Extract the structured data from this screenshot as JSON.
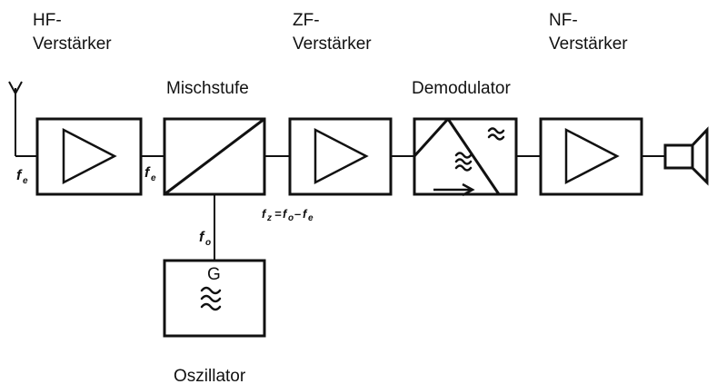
{
  "blocks": {
    "hf_amplifier": {
      "label_line1": "HF-",
      "label_line2": "Verstärker"
    },
    "mixer": {
      "label": "Mischstufe"
    },
    "if_amplifier": {
      "label_line1": "ZF-",
      "label_line2": "Verstärker"
    },
    "demodulator": {
      "label": "Demodulator"
    },
    "af_amplifier": {
      "label_line1": "NF-",
      "label_line2": "Verstärker"
    },
    "oscillator": {
      "label": "Oszillator",
      "generator_letter": "G"
    }
  },
  "signals": {
    "antenna_input": {
      "symbol": "f",
      "sub": "e"
    },
    "mixer_input": {
      "symbol": "f",
      "sub": "e"
    },
    "oscillator_output": {
      "symbol": "f",
      "sub": "o"
    },
    "intermediate_frequency": {
      "part1_symbol": "f",
      "part1_sub": "z",
      "operator_eq": "=",
      "part2_symbol": "f",
      "part2_sub": "o",
      "operator_minus": "–",
      "part3_symbol": "f",
      "part3_sub": "e"
    }
  },
  "icons": [
    "antenna-icon",
    "amplifier-triangle-icon",
    "mixer-diagonal-icon",
    "demodulator-icon",
    "sine-wave-icon",
    "speaker-icon"
  ]
}
